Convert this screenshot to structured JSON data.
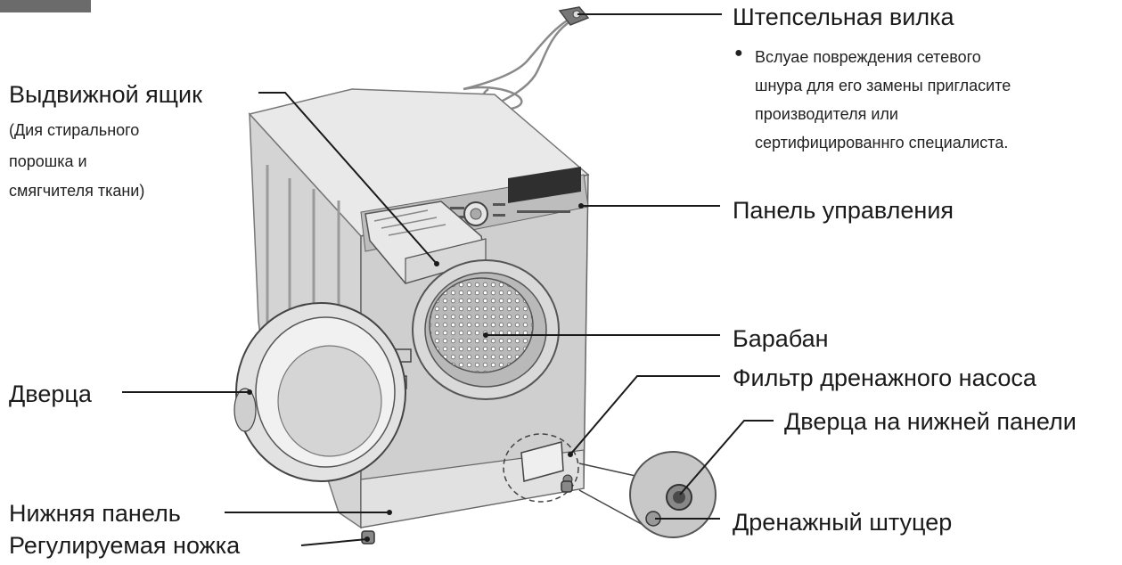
{
  "labels": {
    "plug": "Штепсельная вилка",
    "plug_note": [
      "Вслуае повреждения сетевого",
      "шнура для его замены пригласите",
      "производителя или",
      "сертифицированнго специалиста."
    ],
    "drawer": "Выдвижной ящик",
    "drawer_note": [
      "(Дия стирального",
      "порошка и",
      "смягчителя ткани)"
    ],
    "control_panel": "Панель управления",
    "drum": "Барабан",
    "door": "Дверца",
    "pump_filter": "Фильтр дренажного насоса",
    "lower_door": "Дверца на нижней панели",
    "bottom_panel": "Нижняя панель",
    "drain_fitting": "Дренажный штуцер",
    "adjustable_foot": "Регулируемая ножка"
  },
  "colors": {
    "line": "#1a1a1a",
    "body_light": "#e4e4e4",
    "body_mid": "#c9c9c9",
    "body_dark": "#9a9a9a",
    "drum": "#bdbdbd"
  }
}
